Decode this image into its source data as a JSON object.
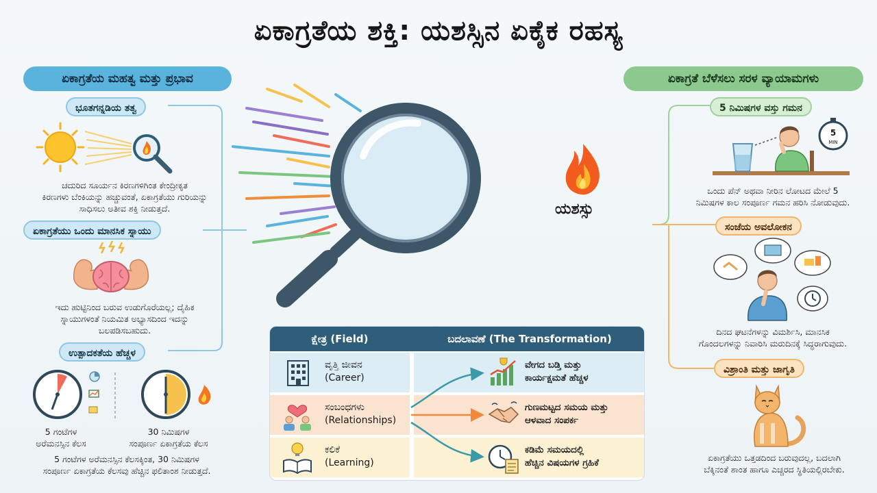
{
  "title": "ಏಕಾಗ್ರತೆಯ ಶಕ್ತಿ: ಯಶಸ್ಸಿನ ಏಕೈಕ ರಹಸ್ಯ",
  "left": {
    "header": "ಏಕಾಗ್ರತೆಯ ಮಹತ್ವ ಮತ್ತು ಪ್ರಭಾವ",
    "sections": [
      {
        "label": "ಭೂತಗನ್ನಡಿಯ ತತ್ವ",
        "text": [
          "ಚದುರಿದ ಸೂರ್ಯನ ಕಿರಣಗಳಿಗಿಂತ ಕೇಂದ್ರೀಕೃತ",
          "ಕಿರಣಗಳು ಬೆಂಕಿಯನ್ನು ಹಚ್ಚುವಂತೆ, ಏಕಾಗ್ರತೆಯು ಗುರಿಯನ್ನು",
          "ಸಾಧಿಸಲು ಅತೀವ ಶಕ್ತಿ ನೀಡುತ್ತದೆ."
        ]
      },
      {
        "label": "ಏಕಾಗ್ರತೆಯು ಒಂದು ಮಾನಸಿಕ ಸ್ನಾಯು",
        "text": [
          "ಇದು ಹುಟ್ಟಿನಿಂದ ಬರುವ ಉಡುಗೊರೆಯಲ್ಲ; ದೈಹಿಕ",
          "ಸ್ನಾಯುಗಳಂತೆ ನಿಯಮಿತ ಅಭ್ಯಾಸದಿಂದ ಇದನ್ನು",
          "ಬಲಪಡಿಸಬಹುದು."
        ]
      },
      {
        "label": "ಉತ್ಪಾದಕತೆಯ ಹೆಚ್ಚಳ",
        "clock_a": [
          "5 ಗಂಟೆಗಳ",
          "ಅರೆಮನಸ್ಸಿನ ಕೆಲಸ"
        ],
        "clock_b": [
          "30 ನಿಮಿಷಗಳ",
          "ಸಂಪೂರ್ಣ ಏಕಾಗ್ರತೆಯ ಕೆಲಸ"
        ],
        "text": [
          "5 ಗಂಟೆಗಳ ಅರೆಮನಸ್ಸಿನ ಕೆಲಸಕ್ಕಿಂತ, 30 ನಿಮಿಷಗಳ",
          "ಸಂಪೂರ್ಣ ಏಕಾಗ್ರತೆಯ ಕೆಲಸವು ಹೆಚ್ಚಿನ ಫಲಿತಾಂಶ ನೀಡುತ್ತದೆ."
        ]
      }
    ]
  },
  "center": {
    "success_label": "ಯಶಸ್ಸು"
  },
  "right": {
    "header": "ಏಕಾಗ್ರತೆ ಬೆಳೆಸಲು ಸರಳ ವ್ಯಾಯಾಮಗಳು",
    "sections": [
      {
        "label": "5 ನಿಮಿಷಗಳ ವಸ್ತು ಗಮನ",
        "timer_text": [
          "5",
          "MIN"
        ],
        "text": [
          "ಒಂದು ಪೆನ್ ಅಥವಾ ನೀರಿನ ಲೋಟದ ಮೇಲೆ 5",
          "ನಿಮಿಷಗಳ ಕಾಲ ಸಂಪೂರ್ಣ ಗಮನ ಹರಿಸಿ ನೋಡುವುದು."
        ]
      },
      {
        "label": "ಸಂಜೆಯ ಅವಲೋಕನ",
        "text": [
          "ದಿನದ ಘಟನೆಗಳನ್ನು ವಿಮರ್ಶಿಸಿ, ಮಾನಸಿಕ",
          "ಗೊಂದಲಗಳನ್ನು ನಿವಾರಿಸಿ ಮರುದಿನಕ್ಕೆ ಸಿದ್ಧರಾಗುವುದು."
        ]
      },
      {
        "label": "ವಿಶ್ರಾಂತಿ ಮತ್ತು ಜಾಗೃತಿ",
        "text": [
          "ಏಕಾಗ್ರತೆಯು ಒತ್ತಡದಿಂದ ಬರುವುದಲ್ಲ, ಬದಲಾಗಿ",
          "ಬೆಕ್ಕಿನಂತೆ ಶಾಂತ ಹಾಗೂ ಎಚ್ಚರದ ಸ್ಥಿತಿಯಲ್ಲಿರಬೇಕು."
        ]
      }
    ]
  },
  "table": {
    "col_field": "ಕ್ಷೇತ್ರ (Field)",
    "col_transformation": "ಬದಲಾವಣೆ (The Transformation)",
    "rows": [
      {
        "field": [
          "ವೃತ್ತಿ ಜೀವನ",
          "(Career)"
        ],
        "result": [
          "ವೇಗದ ಬಡ್ತಿ ಮತ್ತು",
          "ಕಾರ್ಯಕ್ಷಮತೆ ಹೆಚ್ಚಳ"
        ],
        "field_icon": "building-icon",
        "result_icon": "growth-chart-icon"
      },
      {
        "field": [
          "ಸಂಬಂಧಗಳು",
          "(Relationships)"
        ],
        "result": [
          "ಗುಣಮಟ್ಟದ ಸಮಯ ಮತ್ತು",
          "ಆಳವಾದ ಸಂಪರ್ಕ"
        ],
        "field_icon": "people-heart-icon",
        "result_icon": "handshake-icon"
      },
      {
        "field": [
          "ಕಲಿಕೆ",
          "(Learning)"
        ],
        "result": [
          "ಕಡಿಮೆ ಸಮಯದಲ್ಲಿ",
          "ಹೆಚ್ಚಿನ ವಿಷಯಗಳ ಗ್ರಹಿಕೆ"
        ],
        "field_icon": "book-bulb-icon",
        "result_icon": "clock-document-icon"
      }
    ]
  },
  "colors": {
    "blue": "#5ab3dd",
    "green": "#8cc98e",
    "orange": "#f0b56b",
    "table_head": "#2e5e79",
    "row_career": "#dcedf6",
    "row_relationships": "#fbe4cf",
    "row_learning": "#fdf1d3"
  }
}
